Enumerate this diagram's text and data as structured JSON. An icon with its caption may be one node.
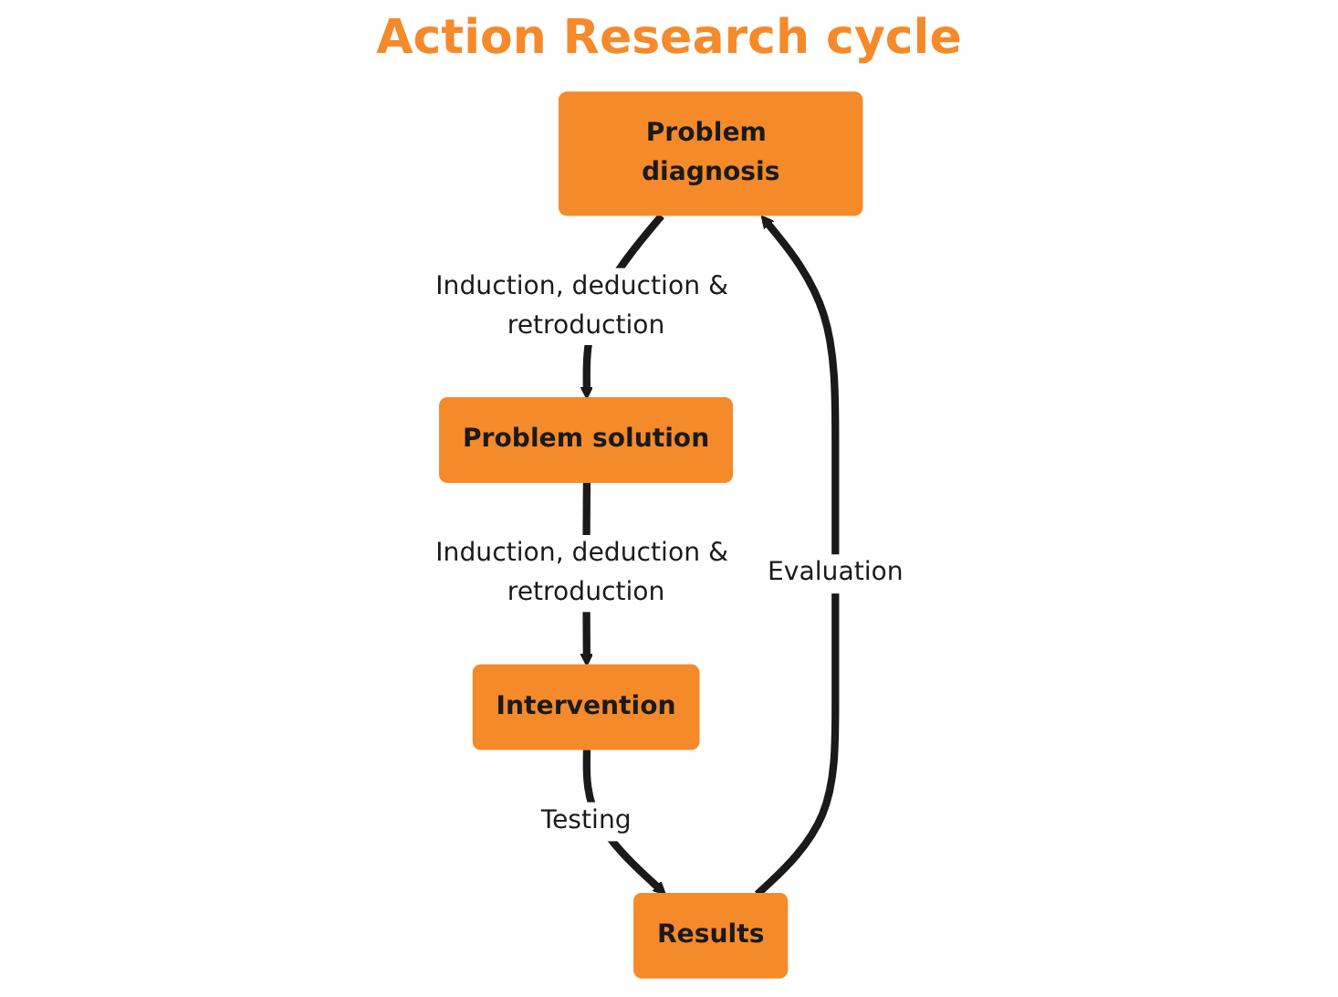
{
  "diagram": {
    "title": "Action Research cycle",
    "nodes": [
      {
        "text": [
          "Problem diagnosis"
        ]
      },
      {
        "text": [
          "Problem solution"
        ]
      },
      {
        "text": [
          "Intervention"
        ]
      },
      {
        "text": [
          "Results"
        ]
      }
    ],
    "edges": [
      {
        "from": 0,
        "to": 1,
        "arrow": "to",
        "label": "Induction, deduction & retroduction"
      },
      {
        "from": 1,
        "to": 2,
        "arrow": "to",
        "label": "Induction, deduction & retroduction"
      },
      {
        "from": 2,
        "to": 3,
        "arrow": "to",
        "label": "Testing"
      },
      {
        "from": 3,
        "to": 0,
        "arrow": "to",
        "label": "Evaluation"
      }
    ]
  }
}
